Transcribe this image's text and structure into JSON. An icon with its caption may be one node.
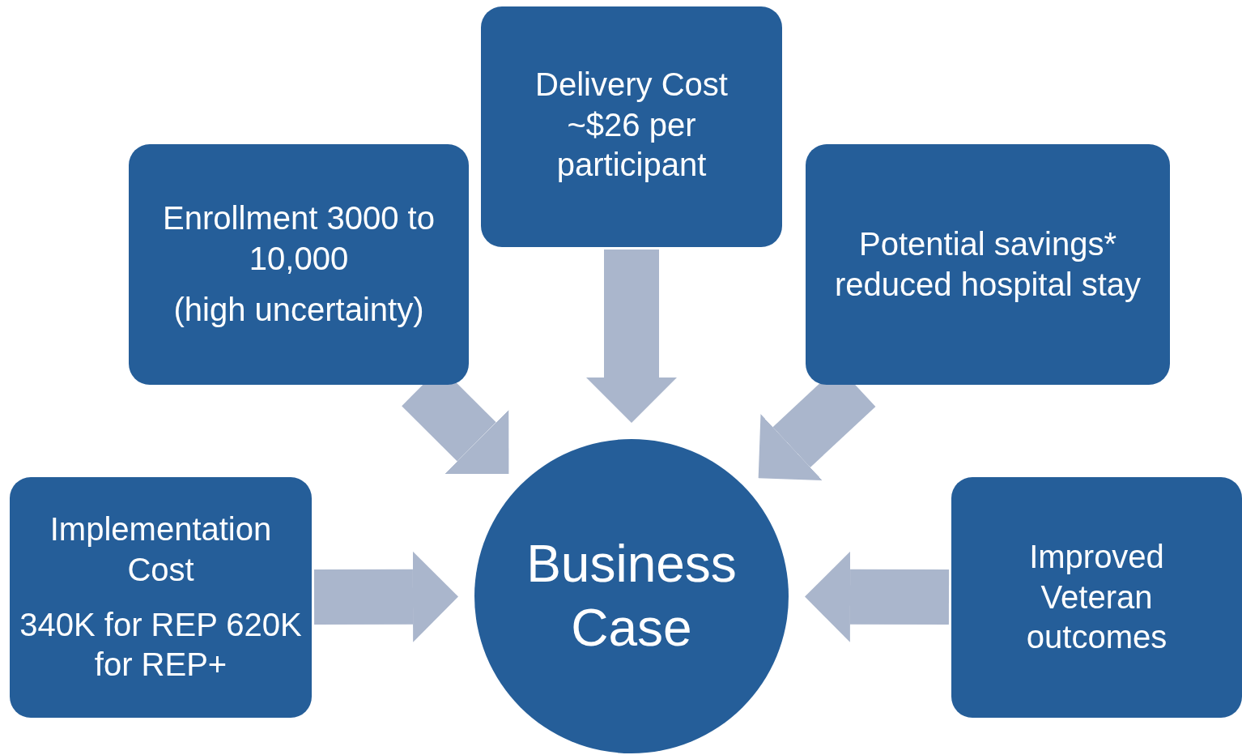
{
  "diagram": {
    "nodes": [
      {
        "text": [
          "Delivery Cost ~$26 per participant"
        ]
      },
      {
        "text": [
          "Enrollment 3000 to 10,000",
          "(high uncertainty)"
        ]
      },
      {
        "text": [
          "Potential savings* reduced hospital stay"
        ]
      },
      {
        "text": [
          "Implementation Cost",
          "340K for REP 620K for REP+"
        ]
      },
      {
        "text": [
          "Business Case"
        ]
      },
      {
        "text": [
          "Improved Veteran outcomes"
        ]
      }
    ],
    "edges": [
      {
        "from": 0,
        "to": 4,
        "arrow": "to"
      },
      {
        "from": 1,
        "to": 4,
        "arrow": "to"
      },
      {
        "from": 2,
        "to": 4,
        "arrow": "to"
      },
      {
        "from": 3,
        "to": 4,
        "arrow": "to"
      },
      {
        "from": 5,
        "to": 4,
        "arrow": "to"
      }
    ]
  }
}
